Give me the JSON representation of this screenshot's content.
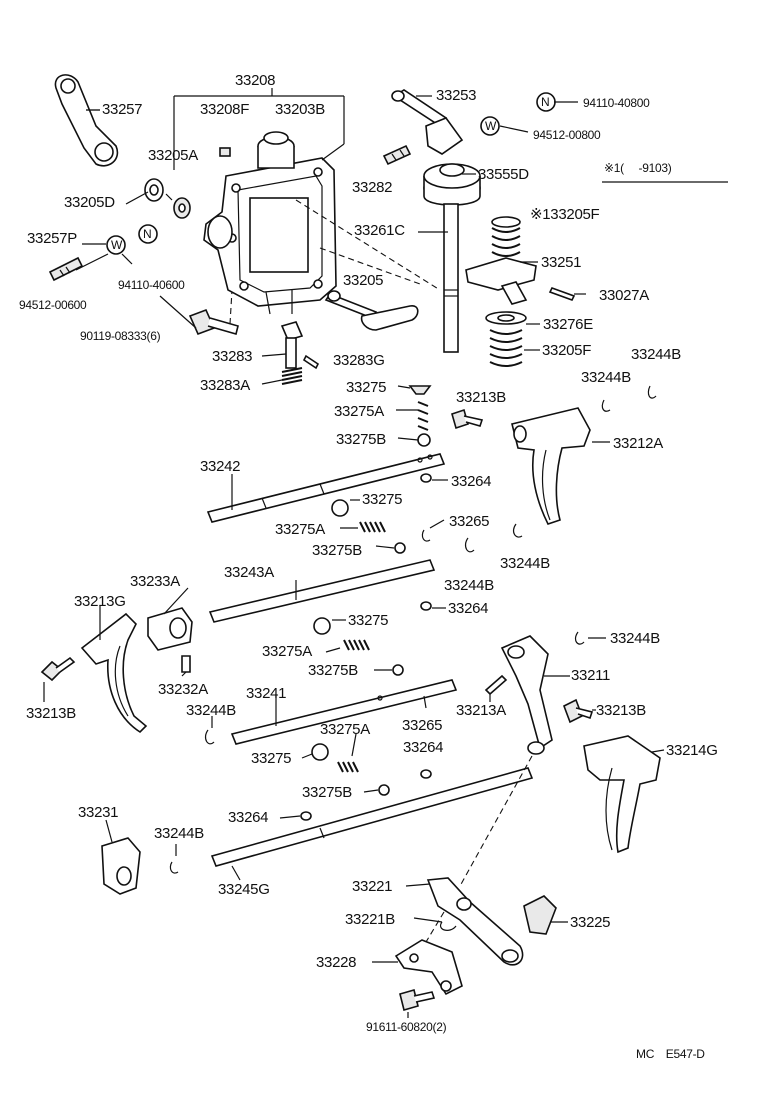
{
  "diagram": {
    "labels": {
      "p33208": "33208",
      "p33257": "33257",
      "p33208F": "33208F",
      "p33203B": "33203B",
      "p33205A": "33205A",
      "p33205D": "33205D",
      "p33257P": "33257P",
      "p94110_40600": "94110-40600",
      "p94512_00600": "94512-00600",
      "p90119_08333": "90119-08333(6)",
      "p33253": "33253",
      "p94110_40800": "94110-40800",
      "p94512_00800": "94512-00800",
      "p33282": "33282",
      "p33555D": "33555D",
      "note": "※1(　 -9103)",
      "p33261C": "33261C",
      "p33205F_top": "※133205F",
      "p33251": "33251",
      "p33205": "33205",
      "p33027A": "33027A",
      "p33276E": "33276E",
      "p33205F": "33205F",
      "p33283": "33283",
      "p33283G": "33283G",
      "p33283A": "33283A",
      "p33275_1": "33275",
      "p33244B_1": "33244B",
      "p33244B_2": "33244B",
      "p33275A_1": "33275A",
      "p33213B_1": "33213B",
      "p33275B_1": "33275B",
      "p33212A": "33212A",
      "p33242": "33242",
      "p33264_1": "33264",
      "p33275_2": "33275",
      "p33275A_2": "33275A",
      "p33265_1": "33265",
      "p33275B_2": "33275B",
      "p33244B_3": "33244B",
      "p33233A": "33233A",
      "p33243A": "33243A",
      "p33244B_4": "33244B",
      "p33213G": "33213G",
      "p33264_2": "33264",
      "p33275_3": "33275",
      "p33244B_5": "33244B",
      "p33275A_3": "33275A",
      "p33211": "33211",
      "p33275B_3": "33275B",
      "p33232A": "33232A",
      "p33241": "33241",
      "p33213A": "33213A",
      "p33213B_2": "33213B",
      "p33213B_3": "33213B",
      "p33244B_6": "33244B",
      "p33265_2": "33265",
      "p33275A_4": "33275A",
      "p33264_3": "33264",
      "p33214G": "33214G",
      "p33275_4": "33275",
      "p33275B_4": "33275B",
      "p33264_4": "33264",
      "p33231": "33231",
      "p33244B_7": "33244B",
      "p33245G": "33245G",
      "p33221": "33221",
      "p33221B": "33221B",
      "p33225": "33225",
      "p33228": "33228",
      "p91611_60820": "91611-60820(2)",
      "code": "MC　E547-D"
    },
    "symbols": {
      "washer": "W",
      "nut": "N"
    }
  }
}
